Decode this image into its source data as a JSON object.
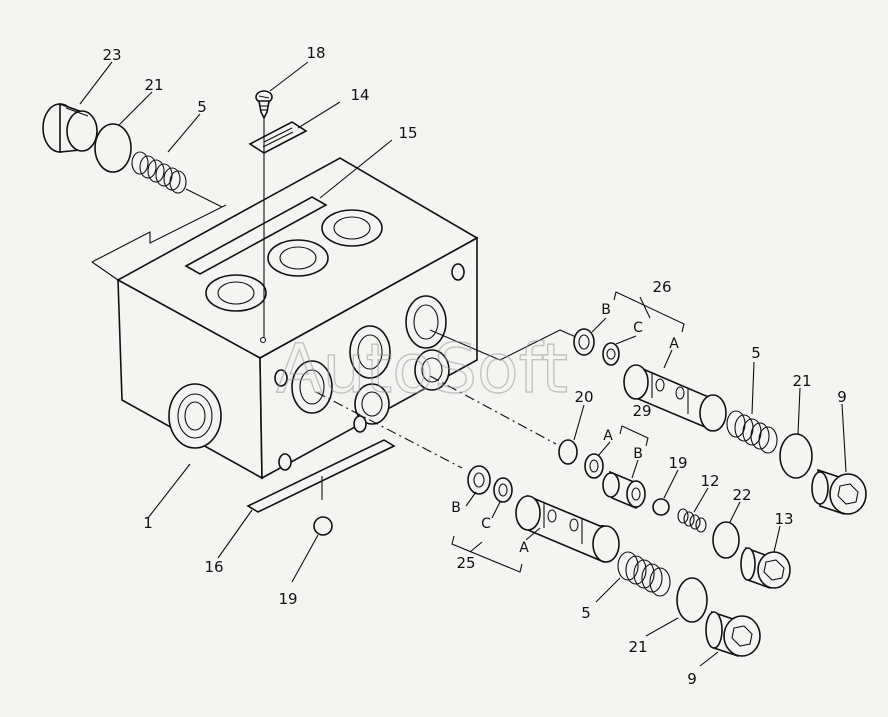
{
  "watermark": "AutoSoft",
  "part_numbers": {
    "p1": "1",
    "p5a": "5",
    "p5b": "5",
    "p5c": "5",
    "p9a": "9",
    "p9b": "9",
    "p12": "12",
    "p13": "13",
    "p14": "14",
    "p15": "15",
    "p16": "16",
    "p18": "18",
    "p19a": "19",
    "p19b": "19",
    "p20": "20",
    "p21a": "21",
    "p21b": "21",
    "p21c": "21",
    "p22": "22",
    "p23": "23",
    "p25": "25",
    "p26": "26",
    "p29": "29"
  },
  "sub_labels": {
    "g26_a": "A",
    "g26_b": "B",
    "g26_c": "C",
    "g29_a": "A",
    "g29_b": "B",
    "g25_a": "A",
    "g25_b": "B",
    "g25_c": "C"
  }
}
